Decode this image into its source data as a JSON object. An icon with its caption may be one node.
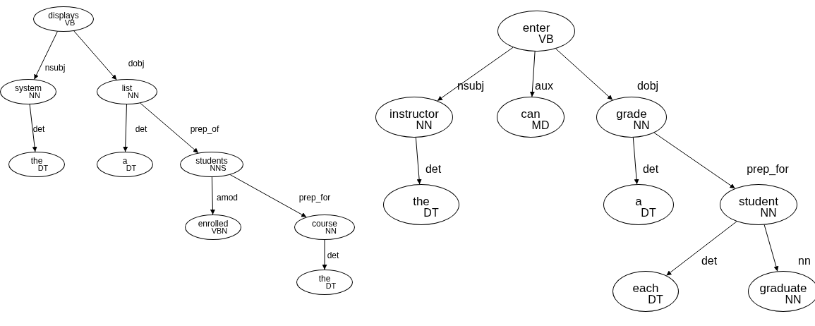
{
  "diagram": {
    "nodes": [
      {
        "text": [
          "displays",
          "VB"
        ]
      },
      {
        "text": [
          "system",
          "NN"
        ]
      },
      {
        "text": [
          "list",
          "NN"
        ]
      },
      {
        "text": [
          "the",
          "DT"
        ]
      },
      {
        "text": [
          "a",
          "DT"
        ]
      },
      {
        "text": [
          "students",
          "NNS"
        ]
      },
      {
        "text": [
          "enrolled",
          "VBN"
        ]
      },
      {
        "text": [
          "course",
          "NN"
        ]
      },
      {
        "text": [
          "the",
          "DT"
        ]
      },
      {
        "text": [
          "enter",
          "VB"
        ]
      },
      {
        "text": [
          "instructor",
          "NN"
        ]
      },
      {
        "text": [
          "can",
          "MD"
        ]
      },
      {
        "text": [
          "grade",
          "NN"
        ]
      },
      {
        "text": [
          "the",
          "DT"
        ]
      },
      {
        "text": [
          "a",
          "DT"
        ]
      },
      {
        "text": [
          "student",
          "NN"
        ]
      },
      {
        "text": [
          "each",
          "DT"
        ]
      },
      {
        "text": [
          "graduate",
          "NN"
        ]
      }
    ],
    "edges": [
      {
        "from": 0,
        "to": 1,
        "arrow": "to",
        "label": "nsubj"
      },
      {
        "from": 0,
        "to": 2,
        "arrow": "to",
        "label": "dobj"
      },
      {
        "from": 1,
        "to": 3,
        "arrow": "to",
        "label": "det"
      },
      {
        "from": 2,
        "to": 4,
        "arrow": "to",
        "label": "det"
      },
      {
        "from": 2,
        "to": 5,
        "arrow": "to",
        "label": "prep_of"
      },
      {
        "from": 5,
        "to": 6,
        "arrow": "to",
        "label": "amod"
      },
      {
        "from": 5,
        "to": 7,
        "arrow": "to",
        "label": "prep_for"
      },
      {
        "from": 7,
        "to": 8,
        "arrow": "to",
        "label": "det"
      },
      {
        "from": 9,
        "to": 10,
        "arrow": "to",
        "label": "nsubj"
      },
      {
        "from": 9,
        "to": 11,
        "arrow": "to",
        "label": "aux"
      },
      {
        "from": 9,
        "to": 12,
        "arrow": "to",
        "label": "dobj"
      },
      {
        "from": 10,
        "to": 13,
        "arrow": "to",
        "label": "det"
      },
      {
        "from": 12,
        "to": 14,
        "arrow": "to",
        "label": "det"
      },
      {
        "from": 12,
        "to": 15,
        "arrow": "to",
        "label": "prep_for"
      },
      {
        "from": 15,
        "to": 16,
        "arrow": "to",
        "label": "det"
      },
      {
        "from": 15,
        "to": 17,
        "arrow": "to",
        "label": "nn"
      }
    ]
  }
}
